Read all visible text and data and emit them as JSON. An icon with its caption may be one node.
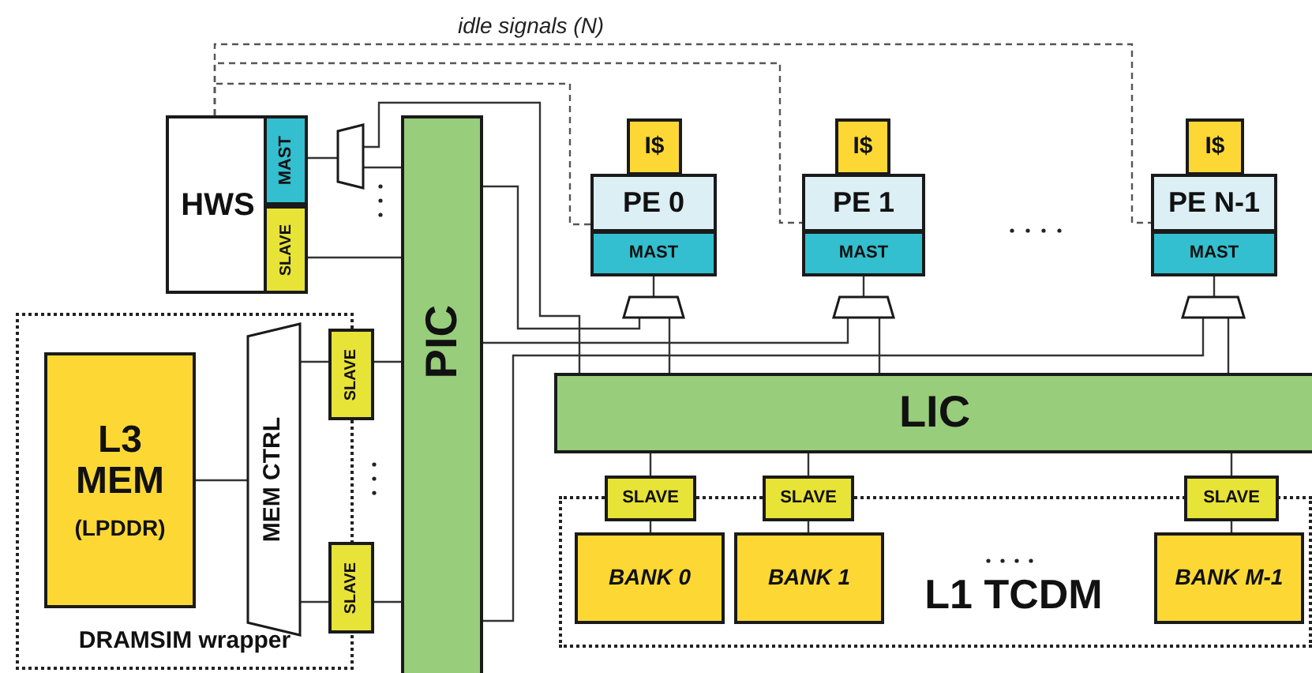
{
  "diagram": {
    "nodes": [
      {
        "text": [
          "HWS"
        ]
      },
      {
        "text": [
          "MAST"
        ],
        "in": 0
      },
      {
        "text": [
          "SLAVE"
        ],
        "in": 0
      },
      {
        "text": [],
        "shape": "trapezoid"
      },
      {
        "text": [
          "PIC"
        ]
      },
      {
        "text": [
          "I$"
        ]
      },
      {
        "text": [
          "PE 0"
        ]
      },
      {
        "text": [
          "MAST"
        ]
      },
      {
        "text": [],
        "shape": "trapezoid"
      },
      {
        "text": [
          "I$"
        ]
      },
      {
        "text": [
          "PE 1"
        ]
      },
      {
        "text": [
          "MAST"
        ]
      },
      {
        "text": [],
        "shape": "trapezoid"
      },
      {
        "text": [
          "I$"
        ]
      },
      {
        "text": [
          "PE N-1"
        ]
      },
      {
        "text": [
          "MAST"
        ]
      },
      {
        "text": [],
        "shape": "trapezoid"
      },
      {
        "text": [
          "LIC"
        ]
      },
      {
        "text": [
          "DRAMSIM wrapper"
        ]
      },
      {
        "text": [
          "L3 MEM",
          "(LPDDR)"
        ],
        "in": 18
      },
      {
        "text": [
          "MEM CTRL"
        ],
        "in": 18
      },
      {
        "text": [
          "SLAVE"
        ]
      },
      {
        "text": [
          "SLAVE"
        ]
      },
      {
        "text": [
          "L1 TCDM"
        ]
      },
      {
        "text": [
          "SLAVE"
        ]
      },
      {
        "text": [
          "SLAVE"
        ]
      },
      {
        "text": [
          "SLAVE"
        ]
      },
      {
        "text": [
          "BANK 0"
        ],
        "in": 23
      },
      {
        "text": [
          "BANK 1"
        ],
        "in": 23
      },
      {
        "text": [
          "BANK M-1"
        ],
        "in": 23
      }
    ],
    "edges": [
      {
        "from": 1,
        "to": 3,
        "arrow": "none"
      },
      {
        "from": 3,
        "to": 4,
        "arrow": "none"
      },
      {
        "from": 3,
        "to": 17,
        "arrow": "none"
      },
      {
        "from": 2,
        "to": 4,
        "arrow": "none"
      },
      {
        "from": 0,
        "to": 6,
        "arrow": "none",
        "style": "dashed"
      },
      {
        "from": 0,
        "to": 10,
        "arrow": "none",
        "style": "dashed"
      },
      {
        "from": 0,
        "to": 14,
        "arrow": "none",
        "style": "dashed"
      },
      {
        "from": 7,
        "to": 8,
        "arrow": "none"
      },
      {
        "from": 11,
        "to": 12,
        "arrow": "none"
      },
      {
        "from": 15,
        "to": 16,
        "arrow": "none"
      },
      {
        "from": 8,
        "to": 4,
        "arrow": "none"
      },
      {
        "from": 12,
        "to": 4,
        "arrow": "none"
      },
      {
        "from": 16,
        "to": 4,
        "arrow": "none"
      },
      {
        "from": 8,
        "to": 17,
        "arrow": "none"
      },
      {
        "from": 12,
        "to": 17,
        "arrow": "none"
      },
      {
        "from": 16,
        "to": 17,
        "arrow": "none"
      },
      {
        "from": 4,
        "to": 21,
        "arrow": "none"
      },
      {
        "from": 4,
        "to": 22,
        "arrow": "none"
      },
      {
        "from": 20,
        "to": 21,
        "arrow": "none"
      },
      {
        "from": 20,
        "to": 22,
        "arrow": "none"
      },
      {
        "from": 19,
        "to": 20,
        "arrow": "none"
      },
      {
        "from": 17,
        "to": 24,
        "arrow": "none"
      },
      {
        "from": 17,
        "to": 25,
        "arrow": "none"
      },
      {
        "from": 17,
        "to": 26,
        "arrow": "none"
      },
      {
        "from": 24,
        "to": 27,
        "arrow": "none"
      },
      {
        "from": 25,
        "to": 28,
        "arrow": "none"
      },
      {
        "from": 26,
        "to": 29,
        "arrow": "none"
      }
    ],
    "labels": [
      "idle signals (N)"
    ]
  }
}
